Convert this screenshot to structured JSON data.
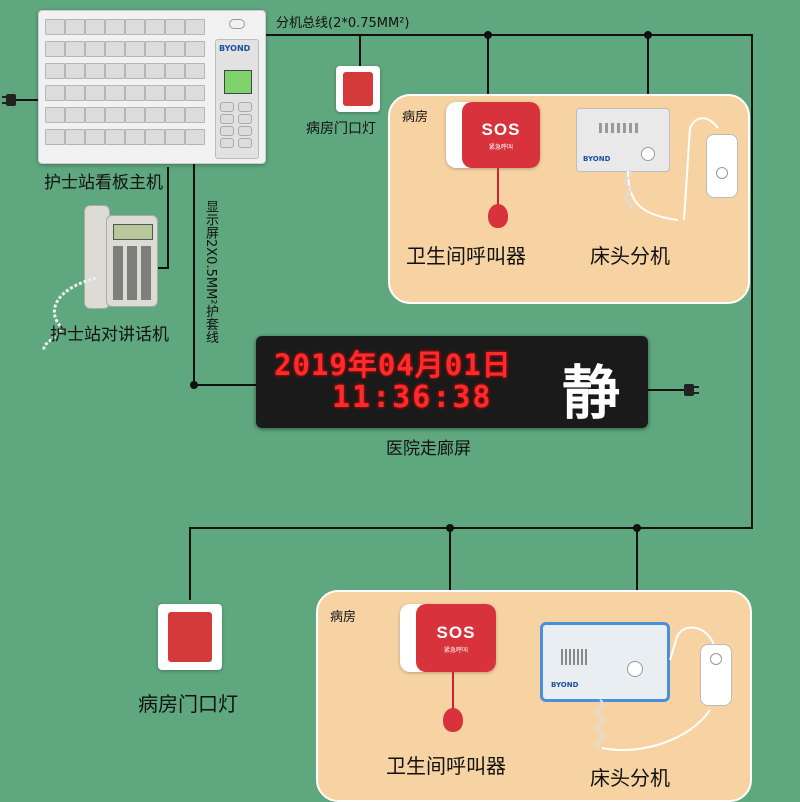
{
  "labels": {
    "bus_line": "分机总线(2*0.75MM²)",
    "nurse_host": "护士站看板主机",
    "door_lamp_top": "病房门口灯",
    "room_top": "病房",
    "toilet_caller_top": "卫生间呼叫器",
    "bed_unit_top": "床头分机",
    "display_cable": "显示屏2X0.5MM²护套线",
    "nurse_phone": "护士站对讲话机",
    "corridor_screen": "医院走廊屏",
    "door_lamp_bottom": "病房门口灯",
    "room_bottom": "病房",
    "toilet_caller_bottom": "卫生间呼叫器",
    "bed_unit_bottom": "床头分机"
  },
  "device_text": {
    "sos_top": "SOS",
    "sos_bottom": "SOS",
    "sos_sub": "紧急呼叫",
    "brand": "BYOND",
    "brand_bottom": "BYOND"
  },
  "led_screen": {
    "date": "2019年04月01日",
    "time": "11:36:38",
    "status": "静"
  },
  "colors": {
    "background": "#5fa77f",
    "room_fill": "#f7d3a3",
    "sos_red": "#d8333c",
    "led_red": "#ff2a2a",
    "wire": "#111111"
  }
}
